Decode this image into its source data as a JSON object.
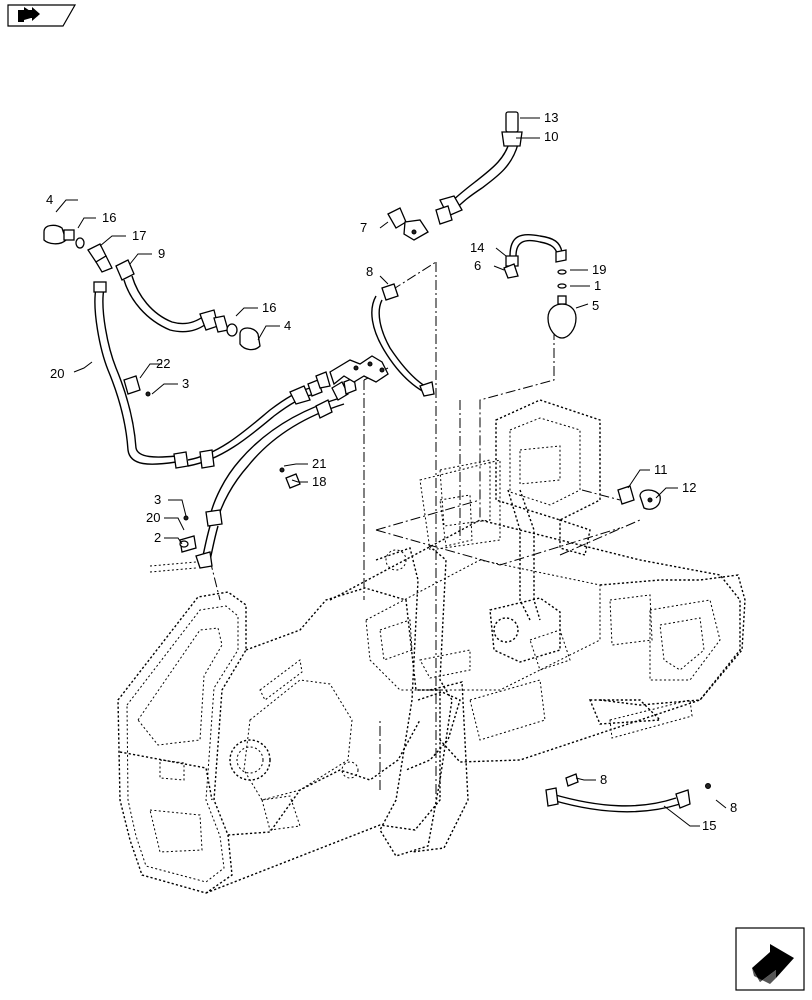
{
  "callouts": [
    {
      "id": "c13",
      "text": "13"
    },
    {
      "id": "c10",
      "text": "10"
    },
    {
      "id": "c4a",
      "text": "4"
    },
    {
      "id": "c16a",
      "text": "16"
    },
    {
      "id": "c17",
      "text": "17"
    },
    {
      "id": "c9",
      "text": "9"
    },
    {
      "id": "c7",
      "text": "7"
    },
    {
      "id": "c14",
      "text": "14"
    },
    {
      "id": "c6",
      "text": "6"
    },
    {
      "id": "c19",
      "text": "19"
    },
    {
      "id": "c1",
      "text": "1"
    },
    {
      "id": "c8a",
      "text": "8"
    },
    {
      "id": "c5",
      "text": "5"
    },
    {
      "id": "c16b",
      "text": "16"
    },
    {
      "id": "c4b",
      "text": "4"
    },
    {
      "id": "c20a",
      "text": "20"
    },
    {
      "id": "c22",
      "text": "22"
    },
    {
      "id": "c3a",
      "text": "3"
    },
    {
      "id": "c21",
      "text": "21"
    },
    {
      "id": "c18",
      "text": "18"
    },
    {
      "id": "c11",
      "text": "11"
    },
    {
      "id": "c12",
      "text": "12"
    },
    {
      "id": "c3b",
      "text": "3"
    },
    {
      "id": "c20b",
      "text": "20"
    },
    {
      "id": "c2",
      "text": "2"
    },
    {
      "id": "c8b",
      "text": "8"
    },
    {
      "id": "c8c",
      "text": "8"
    },
    {
      "id": "c15",
      "text": "15"
    }
  ],
  "icons": {
    "top_left": "previous-page-arrow-icon",
    "bottom_right": "next-page-arrow-icon"
  },
  "colors": {
    "line": "#000000",
    "background": "#ffffff"
  }
}
